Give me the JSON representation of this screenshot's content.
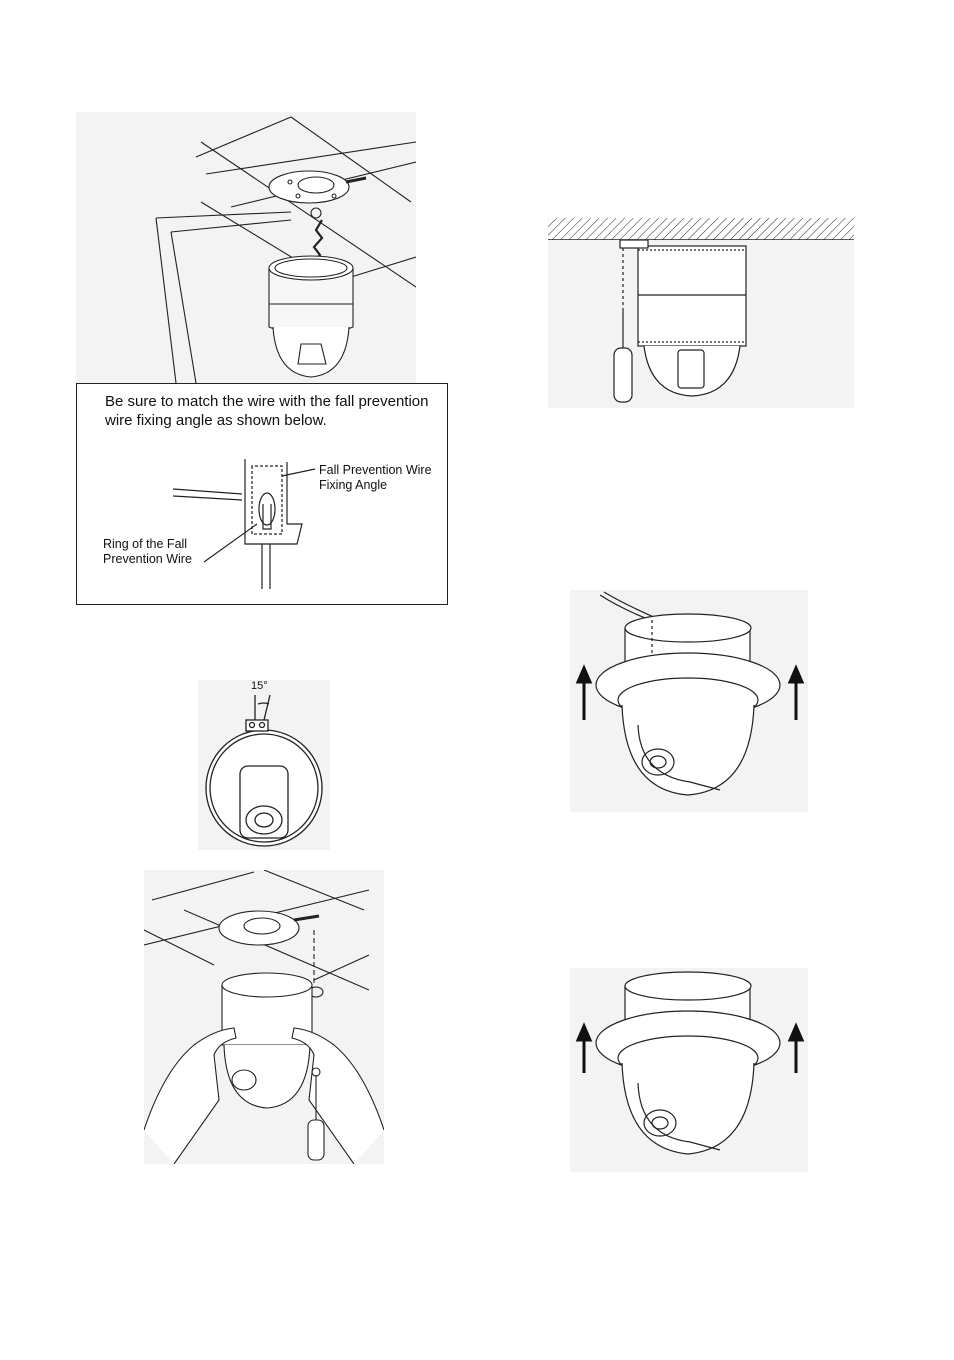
{
  "callout": {
    "instruction": "Be sure to match the wire with the fall prevention wire fixing angle as shown below.",
    "label_angle": "Fall Prevention Wire Fixing Angle",
    "label_ring": "Ring of the Fall Prevention Wire"
  },
  "angle_figure": {
    "angle_label": "15°"
  }
}
